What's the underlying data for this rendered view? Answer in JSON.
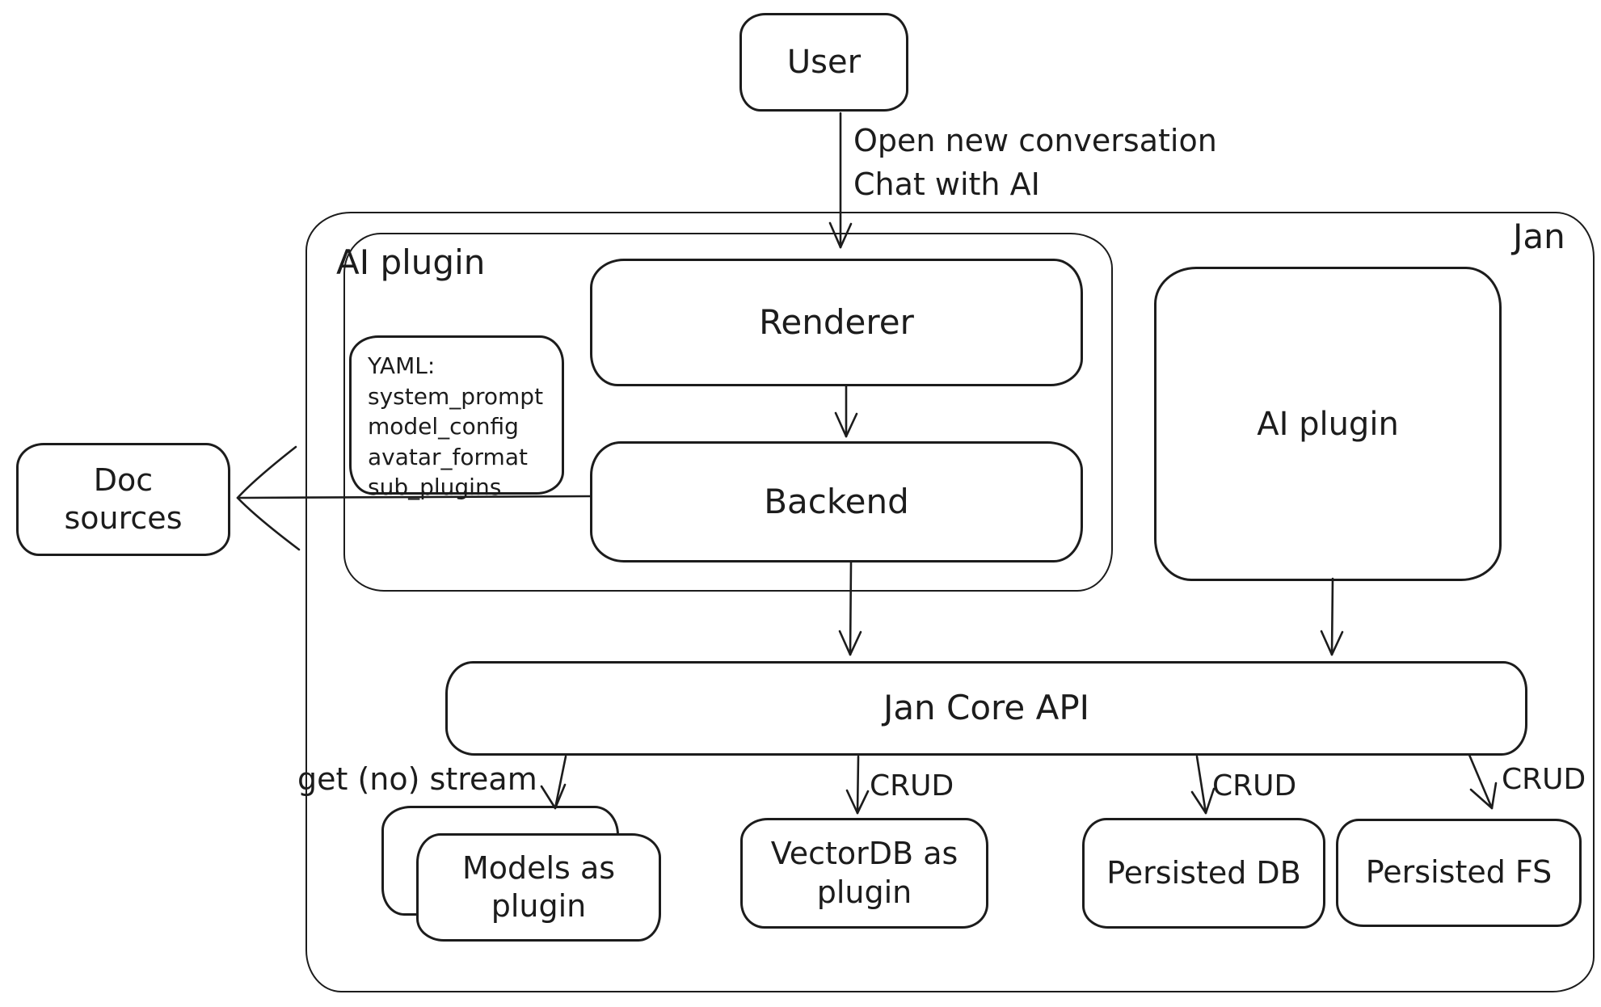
{
  "diagram": {
    "title_region": {
      "system_label": "Jan"
    },
    "nodes": {
      "user": {
        "label": "User"
      },
      "ai_plugin_left": {
        "label": "AI plugin"
      },
      "renderer": {
        "label": "Renderer"
      },
      "backend": {
        "label": "Backend"
      },
      "yaml_note": {
        "lines": [
          "YAML:",
          "system_prompt",
          "model_config",
          "avatar_format",
          "sub_plugins"
        ]
      },
      "ai_plugin_right": {
        "label": "AI plugin"
      },
      "doc_sources": {
        "label": "Doc sources"
      },
      "jan_core_api": {
        "label": "Jan Core API"
      },
      "models_plugin": {
        "label": "Models as plugin"
      },
      "vectordb_plugin": {
        "label": "VectorDB as plugin"
      },
      "persisted_db": {
        "label": "Persisted DB"
      },
      "persisted_fs": {
        "label": "Persisted FS"
      }
    },
    "edges": {
      "user_to_renderer": {
        "label_line1": "Open new conversation",
        "label_line2": "Chat with AI"
      },
      "api_to_models": {
        "label": "get (no) stream"
      },
      "api_to_vectordb": {
        "label": "CRUD"
      },
      "api_to_persisted_db": {
        "label": "CRUD"
      },
      "api_to_persisted_fs": {
        "label": "CRUD"
      }
    },
    "colors": {
      "stroke": "#1c1c1c",
      "background": "#ffffff"
    }
  }
}
